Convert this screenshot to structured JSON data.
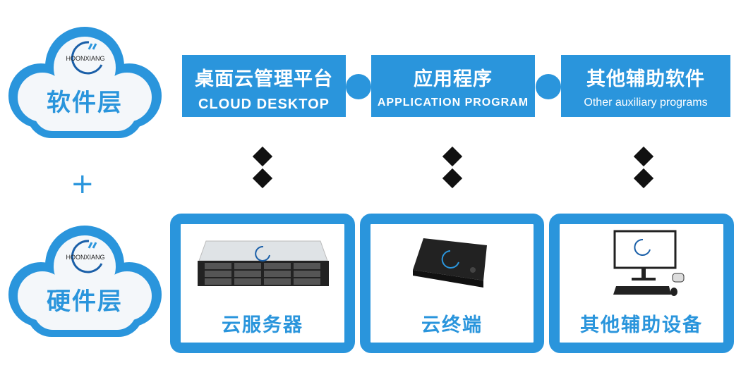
{
  "brand": "HOONXIANG",
  "accent": "#2a95dc",
  "software_layer": {
    "label": "软件层",
    "icon": "cloud-icon"
  },
  "plus": "+",
  "hardware_layer": {
    "label": "硬件层",
    "icon": "cloud-icon"
  },
  "software": [
    {
      "title": "桌面云管理平台",
      "subtitle": "CLOUD DESKTOP"
    },
    {
      "title": "应用程序",
      "subtitle": "APPLICATION PROGRAM"
    },
    {
      "title": "其他辅助软件",
      "subtitle": "Other auxiliary programs"
    }
  ],
  "hardware": [
    {
      "label": "云服务器",
      "icon": "server-image"
    },
    {
      "label": "云终端",
      "icon": "thin-client-image"
    },
    {
      "label": "其他辅助设备",
      "icon": "desktop-peripherals-image"
    }
  ]
}
